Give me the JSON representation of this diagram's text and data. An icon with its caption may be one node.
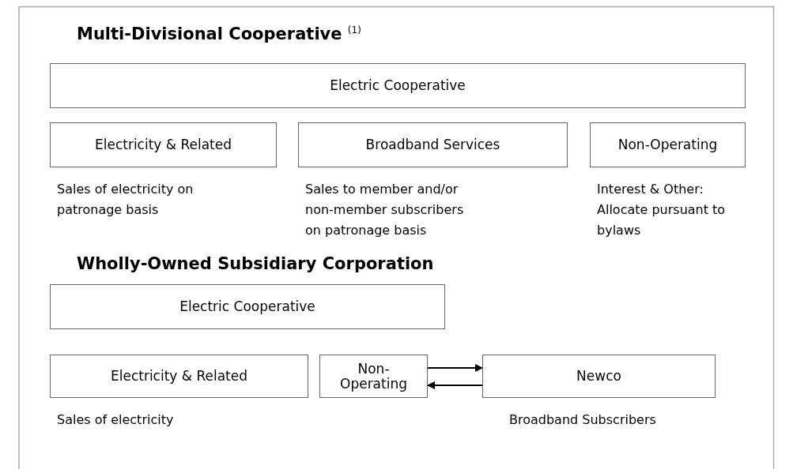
{
  "diagram": {
    "nodes": [
      {
        "text": [
          "Electric Cooperative"
        ]
      },
      {
        "text": [
          "Electricity & Related"
        ],
        "beside": [
          "Sales of electricity on patronage basis"
        ]
      },
      {
        "text": [
          "Broadband Services"
        ],
        "beside": [
          "Sales to member and/or non-member subscribers on patronage basis"
        ]
      },
      {
        "text": [
          "Non-Operating"
        ],
        "beside": [
          "Interest & Other: Allocate pursuant to bylaws"
        ]
      },
      {
        "text": [
          "Electric Cooperative"
        ]
      },
      {
        "text": [
          "Electricity & Related"
        ],
        "beside": [
          "Sales of electricity"
        ]
      },
      {
        "text": [
          "Non-Operating"
        ]
      },
      {
        "text": [
          "Newco"
        ],
        "beside": [
          "Broadband Subscribers"
        ]
      }
    ],
    "edges": [
      {
        "from": 6,
        "to": 7,
        "arrow": "to"
      },
      {
        "from": 7,
        "to": 6,
        "arrow": "to"
      }
    ],
    "labels": [
      "Multi-Divisional Cooperative $^{(1)}$",
      "Wholly-Owned Subsidiary Corporation"
    ]
  }
}
